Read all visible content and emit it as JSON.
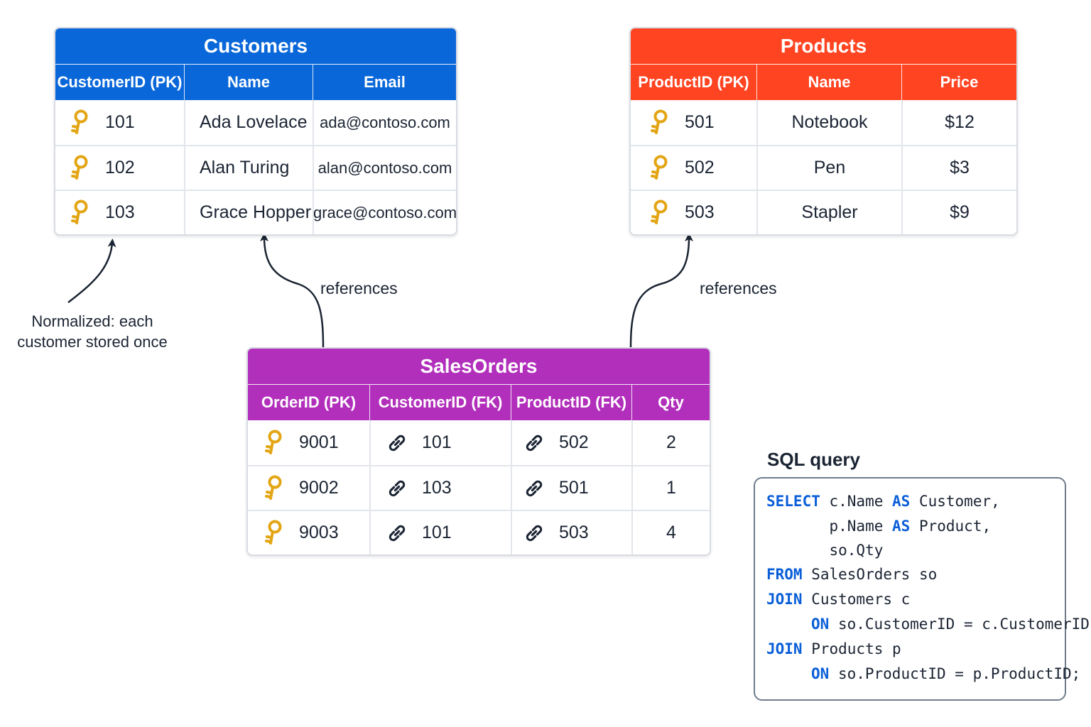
{
  "customers": {
    "title": "Customers",
    "headers": [
      "CustomerID (PK)",
      "Name",
      "Email"
    ],
    "rows": [
      {
        "id": "101",
        "name": "Ada Lovelace",
        "email": "ada@contoso.com"
      },
      {
        "id": "102",
        "name": "Alan Turing",
        "email": "alan@contoso.com"
      },
      {
        "id": "103",
        "name": "Grace Hopper",
        "email": "grace@contoso.com"
      }
    ],
    "color": "#0967d9"
  },
  "products": {
    "title": "Products",
    "headers": [
      "ProductID (PK)",
      "Name",
      "Price"
    ],
    "rows": [
      {
        "id": "501",
        "name": "Notebook",
        "price": "$12"
      },
      {
        "id": "502",
        "name": "Pen",
        "price": "$3"
      },
      {
        "id": "503",
        "name": "Stapler",
        "price": "$9"
      }
    ],
    "color": "#ff4422"
  },
  "salesorders": {
    "title": "SalesOrders",
    "headers": [
      "OrderID (PK)",
      "CustomerID (FK)",
      "ProductID (FK)",
      "Qty"
    ],
    "rows": [
      {
        "order": "9001",
        "customer": "101",
        "product": "502",
        "qty": "2"
      },
      {
        "order": "9002",
        "customer": "103",
        "product": "501",
        "qty": "1"
      },
      {
        "order": "9003",
        "customer": "101",
        "product": "503",
        "qty": "4"
      }
    ],
    "color": "#b12fbb"
  },
  "annotations": {
    "references_left": "references",
    "references_right": "references",
    "normalized_line1": "Normalized: each",
    "normalized_line2": "customer stored once"
  },
  "sql": {
    "title": "SQL query",
    "lines": [
      {
        "kw": "SELECT",
        "text": " c.Name ",
        "kw2": "AS",
        "text2": " Customer,"
      },
      {
        "kw": "",
        "text": "       p.Name ",
        "kw2": "AS",
        "text2": " Product,"
      },
      {
        "kw": "",
        "text": "       so.Qty",
        "kw2": "",
        "text2": ""
      },
      {
        "kw": "FROM",
        "text": " SalesOrders so",
        "kw2": "",
        "text2": ""
      },
      {
        "kw": "JOIN",
        "text": " Customers c",
        "kw2": "",
        "text2": ""
      },
      {
        "kw": "ON",
        "text": " so.CustomerID = c.CustomerID",
        "kw2": "",
        "text2": ""
      },
      {
        "kw": "JOIN",
        "text": " Products p",
        "kw2": "",
        "text2": ""
      },
      {
        "kw": "ON",
        "text": " so.ProductID = p.ProductID;",
        "kw2": "",
        "text2": ""
      }
    ],
    "keyword_color": "#0a5ed8"
  },
  "icons": {
    "primary_key": "key-icon",
    "foreign_key": "link-icon",
    "key_color": "#e3a514"
  }
}
